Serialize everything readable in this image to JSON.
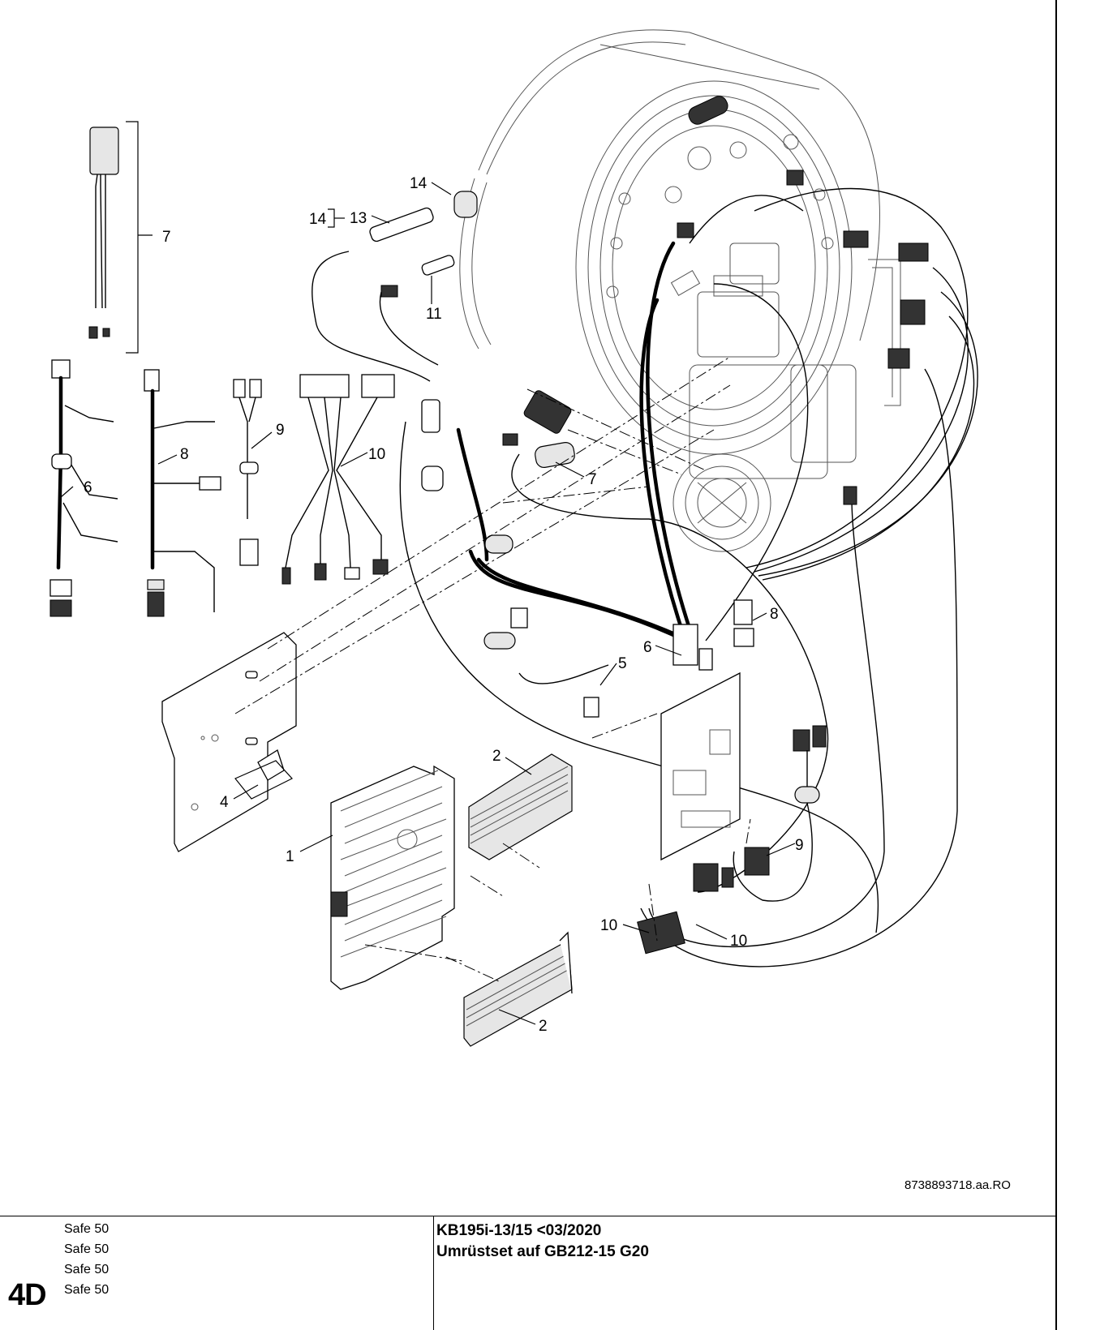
{
  "diagram": {
    "callouts": [
      "1",
      "2",
      "2",
      "4",
      "5",
      "6",
      "6",
      "7",
      "7",
      "8",
      "8",
      "9",
      "9",
      "10",
      "10",
      "10",
      "11",
      "13",
      "14",
      "14"
    ]
  },
  "doc_ref": "8738893718.aa.RO",
  "footer": {
    "section_code": "4D",
    "models": [
      "Safe 50",
      "Safe 50",
      "Safe 50",
      "Safe 50"
    ],
    "title_line1": "KB195i-13/15 <03/2020",
    "title_line2": "Umrüstset auf GB212-15 G20"
  }
}
